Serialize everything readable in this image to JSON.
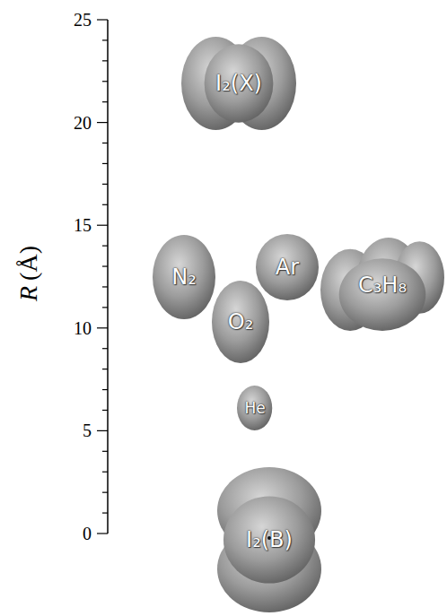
{
  "diagram": {
    "nodes": [
      {
        "text": [
          "I₂(X)"
        ]
      },
      {
        "text": [
          "N₂"
        ]
      },
      {
        "text": [
          "Ar"
        ]
      },
      {
        "text": [
          "C₃H₈"
        ]
      },
      {
        "text": [
          "O₂"
        ]
      },
      {
        "text": [
          "He"
        ]
      },
      {
        "text": [
          "I₂(B)"
        ]
      }
    ],
    "labels": [
      "0",
      "5",
      "10",
      "15",
      "20",
      "25",
      "R",
      "(Å)"
    ]
  }
}
